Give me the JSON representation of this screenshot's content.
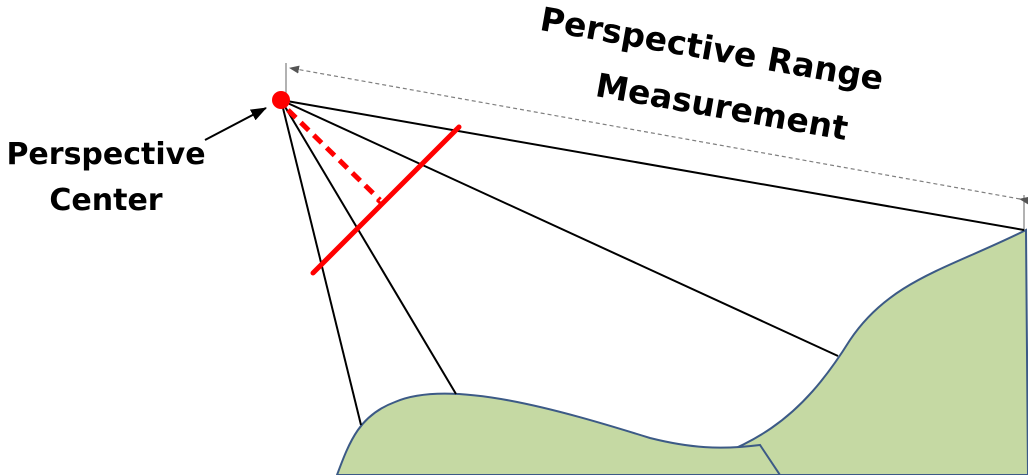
{
  "labels": {
    "center_line1": "Perspective",
    "center_line2": "Center",
    "range_line1": "Perspective Range",
    "range_line2": "Measurement"
  },
  "colors": {
    "terrain_fill": "#c5d9a3",
    "terrain_stroke": "#3c5a86",
    "ray": "#000000",
    "image_plane": "#ff0000",
    "perspective_center": "#ff0000",
    "dimension_line": "#7f7f7f"
  }
}
